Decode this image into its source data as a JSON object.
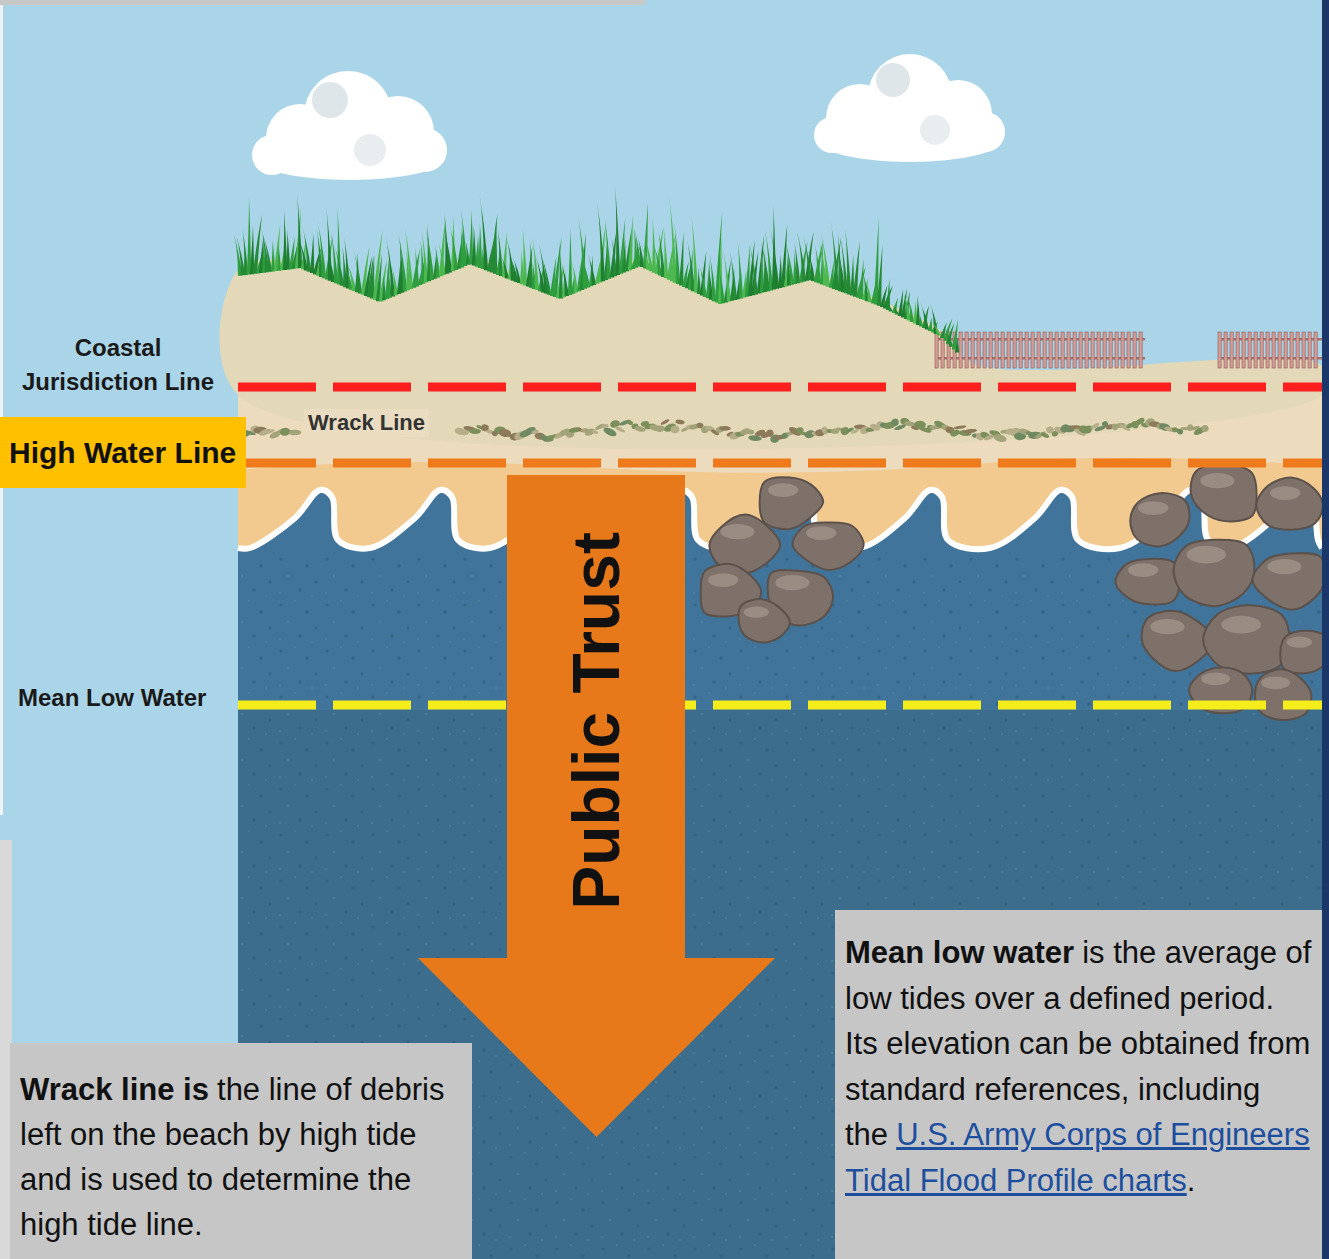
{
  "diagram": {
    "nodes": [
      {
        "text": [
          "High Water Line"
        ]
      },
      {
        "text": [
          "Public Trust"
        ]
      },
      {
        "text": [
          "Wrack line is",
          "the line of debris left on the beach by high tide and is used to determine the high tide line."
        ]
      },
      {
        "text": [
          "Mean low water",
          "is the average of low tides over a defined period. Its elevation can be obtained from standard references, including the",
          "U.S. Army Corps of Engineers Tidal Flood Profile charts",
          "."
        ]
      }
    ],
    "labels": [
      "Coastal Jurisdiction Line",
      "Wrack Line",
      "Mean Low Water"
    ]
  }
}
